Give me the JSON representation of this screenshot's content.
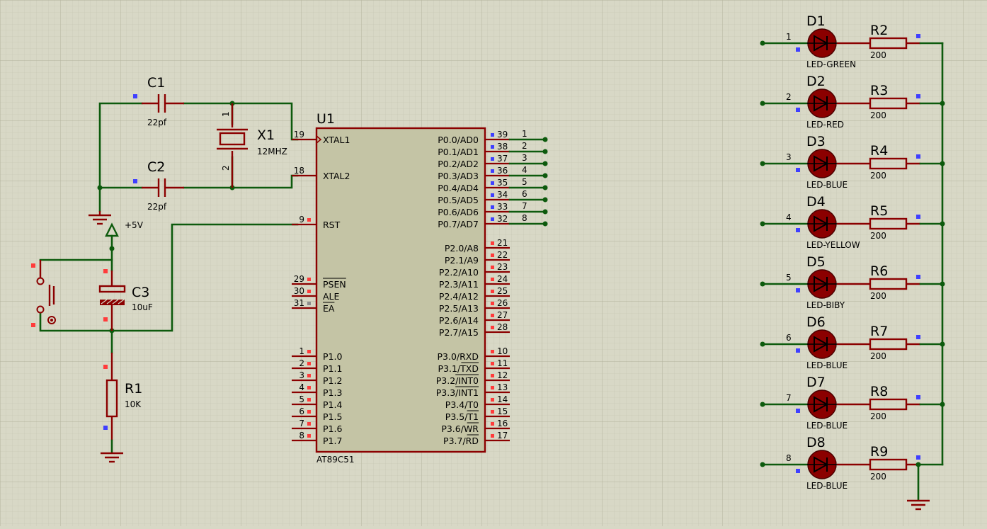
{
  "components": {
    "c1": {
      "ref": "C1",
      "value": "22pf"
    },
    "c2": {
      "ref": "C2",
      "value": "22pf"
    },
    "c3": {
      "ref": "C3",
      "value": "10uF"
    },
    "r1": {
      "ref": "R1",
      "value": "10K"
    },
    "x1": {
      "ref": "X1",
      "value": "12MHZ",
      "pin_top": "1",
      "pin_bottom": "2"
    },
    "power": {
      "label": "+5V"
    }
  },
  "mcu": {
    "ref": "U1",
    "part": "AT89C51",
    "left_pins": [
      {
        "num": "19",
        "name": "XTAL1",
        "clock": true,
        "marker": "none"
      },
      {
        "num": "18",
        "name": "XTAL2",
        "marker": "none"
      },
      {
        "num": "9",
        "name": "RST",
        "marker": "red"
      },
      {
        "num": "29",
        "name": "PSEN",
        "overline": true,
        "marker": "red"
      },
      {
        "num": "30",
        "name": "ALE",
        "marker": "red"
      },
      {
        "num": "31",
        "name": "EA",
        "overline": true,
        "marker": "gray"
      },
      {
        "num": "1",
        "name": "P1.0",
        "marker": "red"
      },
      {
        "num": "2",
        "name": "P1.1",
        "marker": "red"
      },
      {
        "num": "3",
        "name": "P1.2",
        "marker": "red"
      },
      {
        "num": "4",
        "name": "P1.3",
        "marker": "red"
      },
      {
        "num": "5",
        "name": "P1.4",
        "marker": "red"
      },
      {
        "num": "6",
        "name": "P1.5",
        "marker": "red"
      },
      {
        "num": "7",
        "name": "P1.6",
        "marker": "red"
      },
      {
        "num": "8",
        "name": "P1.7",
        "marker": "red"
      }
    ],
    "right_pins": [
      {
        "num": "39",
        "name": "P0.0/AD0",
        "marker": "blue"
      },
      {
        "num": "38",
        "name": "P0.1/AD1",
        "marker": "blue"
      },
      {
        "num": "37",
        "name": "P0.2/AD2",
        "marker": "blue"
      },
      {
        "num": "36",
        "name": "P0.3/AD3",
        "marker": "blue"
      },
      {
        "num": "35",
        "name": "P0.4/AD4",
        "marker": "blue"
      },
      {
        "num": "34",
        "name": "P0.5/AD5",
        "marker": "blue"
      },
      {
        "num": "33",
        "name": "P0.6/AD6",
        "marker": "blue"
      },
      {
        "num": "32",
        "name": "P0.7/AD7",
        "marker": "blue"
      },
      {
        "num": "21",
        "name": "P2.0/A8",
        "marker": "red"
      },
      {
        "num": "22",
        "name": "P2.1/A9",
        "marker": "red"
      },
      {
        "num": "23",
        "name": "P2.2/A10",
        "marker": "red"
      },
      {
        "num": "24",
        "name": "P2.3/A11",
        "marker": "red"
      },
      {
        "num": "25",
        "name": "P2.4/A12",
        "marker": "red"
      },
      {
        "num": "26",
        "name": "P2.5/A13",
        "marker": "red"
      },
      {
        "num": "27",
        "name": "P2.6/A14",
        "marker": "red"
      },
      {
        "num": "28",
        "name": "P2.7/A15",
        "marker": "red"
      },
      {
        "num": "10",
        "name": "P3.0/RXD",
        "marker": "red"
      },
      {
        "num": "11",
        "name": "P3.1/TXD",
        "overline_part": "TXD",
        "marker": "red"
      },
      {
        "num": "12",
        "name": "P3.2/INT0",
        "overline_part": "INT0",
        "marker": "red"
      },
      {
        "num": "13",
        "name": "P3.3/INT1",
        "overline_part": "INT1",
        "marker": "red"
      },
      {
        "num": "14",
        "name": "P3.4/T0",
        "marker": "red"
      },
      {
        "num": "15",
        "name": "P3.5/T1",
        "overline_part": "T1",
        "marker": "red"
      },
      {
        "num": "16",
        "name": "P3.6/WR",
        "overline_part": "WR",
        "marker": "red"
      },
      {
        "num": "17",
        "name": "P3.7/RD",
        "overline_part": "RD",
        "marker": "red"
      }
    ],
    "port0_nets": [
      "1",
      "2",
      "3",
      "4",
      "5",
      "6",
      "7",
      "8"
    ]
  },
  "leds": [
    {
      "ref": "D1",
      "type": "LED-GREEN",
      "net": "1",
      "res_ref": "R2",
      "res_value": "200"
    },
    {
      "ref": "D2",
      "type": "LED-RED",
      "net": "2",
      "res_ref": "R3",
      "res_value": "200"
    },
    {
      "ref": "D3",
      "type": "LED-BLUE",
      "net": "3",
      "res_ref": "R4",
      "res_value": "200"
    },
    {
      "ref": "D4",
      "type": "LED-YELLOW",
      "net": "4",
      "res_ref": "R5",
      "res_value": "200"
    },
    {
      "ref": "D5",
      "type": "LED-BIBY",
      "net": "5",
      "res_ref": "R6",
      "res_value": "200"
    },
    {
      "ref": "D6",
      "type": "LED-BLUE",
      "net": "6",
      "res_ref": "R7",
      "res_value": "200"
    },
    {
      "ref": "D7",
      "type": "LED-BLUE",
      "net": "7",
      "res_ref": "R8",
      "res_value": "200"
    },
    {
      "ref": "D8",
      "type": "LED-BLUE",
      "net": "8",
      "res_ref": "R9",
      "res_value": "200"
    }
  ],
  "colors": {
    "wire": "#0d5a0d",
    "component": "#8b0000",
    "chip_fill": "#c4c4a5",
    "led_fill": "#8b0000",
    "pin_marker_blue": "#3f3fff",
    "pin_marker_red": "#ff3b3b",
    "pin_marker_gray": "#8c8c8c"
  }
}
